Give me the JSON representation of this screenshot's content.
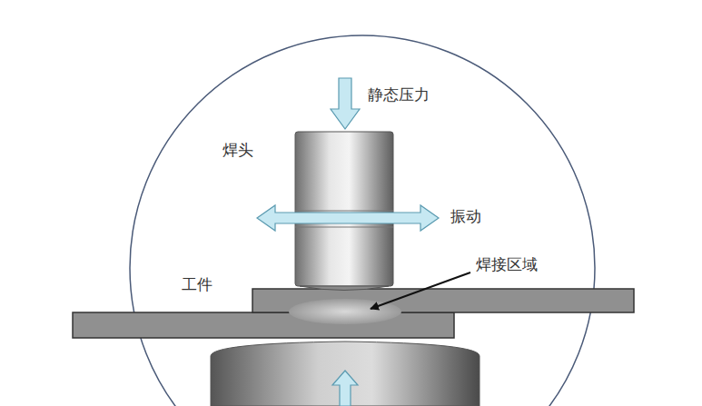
{
  "diagram": {
    "labels": [
      "静态压力",
      "焊头",
      "振动",
      "焊接区域",
      "工件"
    ]
  }
}
